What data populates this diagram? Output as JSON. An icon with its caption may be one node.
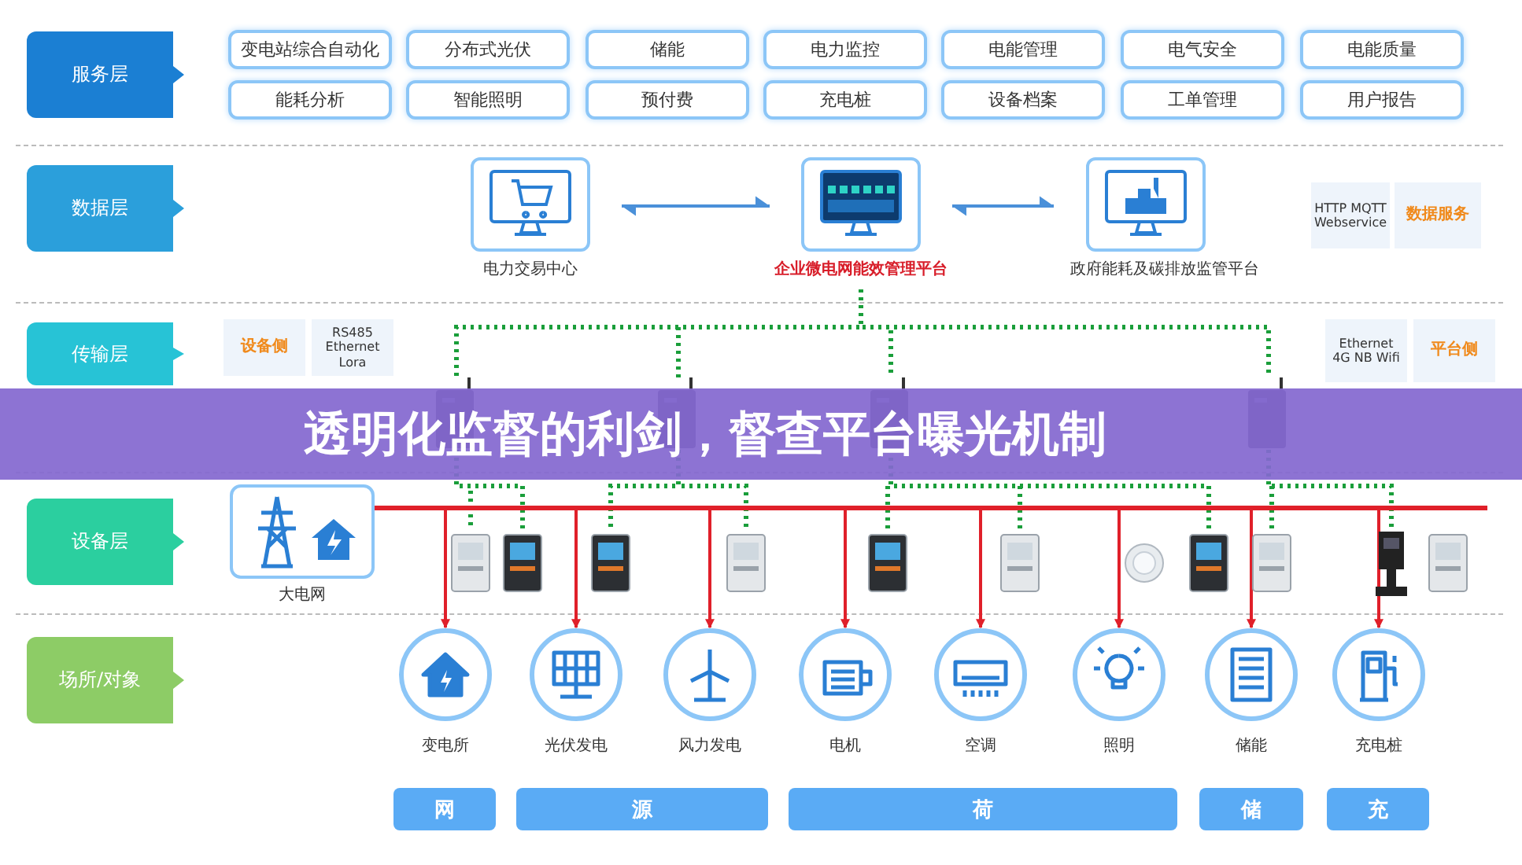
{
  "diagram": {
    "title": "透明化监督的利剑，督查平台曝光机制",
    "nodes": [
      {
        "text": [
          "服务层"
        ]
      },
      {
        "text": [
          "数据层"
        ]
      },
      {
        "text": [
          "传输层"
        ]
      },
      {
        "text": [
          "设备层"
        ]
      },
      {
        "text": [
          "场所/对象"
        ]
      },
      {
        "text": [
          "变电站综合自动化"
        ]
      },
      {
        "text": [
          "分布式光伏"
        ]
      },
      {
        "text": [
          "储能"
        ]
      },
      {
        "text": [
          "电力监控"
        ]
      },
      {
        "text": [
          "电能管理"
        ]
      },
      {
        "text": [
          "电气安全"
        ]
      },
      {
        "text": [
          "电能质量"
        ]
      },
      {
        "text": [
          "能耗分析"
        ]
      },
      {
        "text": [
          "智能照明"
        ]
      },
      {
        "text": [
          "预付费"
        ]
      },
      {
        "text": [
          "充电桩"
        ]
      },
      {
        "text": [
          "设备档案"
        ]
      },
      {
        "text": [
          "工单管理"
        ]
      },
      {
        "text": [
          "用户报告"
        ]
      },
      {
        "text": [],
        "shape": "picture",
        "beside": [
          "电力交易中心"
        ]
      },
      {
        "text": [],
        "shape": "picture",
        "beside": [
          "企业微电网能效管理平台"
        ]
      },
      {
        "text": [],
        "shape": "picture",
        "beside": [
          "政府能耗及碳排放监管平台"
        ]
      },
      {
        "text": [
          "HTTP MQTT Webservice"
        ]
      },
      {
        "text": [
          "数据服务"
        ]
      },
      {
        "text": [
          "设备侧"
        ]
      },
      {
        "text": [
          "RS485 Ethernet Lora"
        ]
      },
      {
        "text": [
          "Ethernet 4G NB Wifi"
        ]
      },
      {
        "text": [
          "平台侧"
        ]
      },
      {
        "text": [],
        "shape": "picture"
      },
      {
        "text": [],
        "shape": "picture"
      },
      {
        "text": [],
        "shape": "picture"
      },
      {
        "text": [],
        "shape": "picture"
      },
      {
        "text": [],
        "shape": "picture",
        "beside": [
          "大电网"
        ]
      },
      {
        "text": [],
        "shape": "picture"
      },
      {
        "text": [],
        "shape": "picture"
      },
      {
        "text": [],
        "shape": "picture"
      },
      {
        "text": [],
        "shape": "picture"
      },
      {
        "text": [],
        "shape": "picture"
      },
      {
        "text": [],
        "shape": "picture"
      },
      {
        "text": [],
        "shape": "picture"
      },
      {
        "text": [],
        "shape": "picture"
      },
      {
        "text": [],
        "shape": "picture"
      },
      {
        "text": [],
        "shape": "picture"
      },
      {
        "text": [],
        "shape": "picture"
      },
      {
        "text": [],
        "shape": "circle",
        "beside": [
          "变电所"
        ]
      },
      {
        "text": [],
        "shape": "circle",
        "beside": [
          "光伏发电"
        ]
      },
      {
        "text": [],
        "shape": "circle",
        "beside": [
          "风力发电"
        ]
      },
      {
        "text": [],
        "shape": "circle",
        "beside": [
          "电机"
        ]
      },
      {
        "text": [],
        "shape": "circle",
        "beside": [
          "空调"
        ]
      },
      {
        "text": [],
        "shape": "circle",
        "beside": [
          "照明"
        ]
      },
      {
        "text": [],
        "shape": "circle",
        "beside": [
          "储能"
        ]
      },
      {
        "text": [],
        "shape": "circle",
        "beside": [
          "充电桩"
        ]
      },
      {
        "text": [
          "网"
        ]
      },
      {
        "text": [
          "源"
        ]
      },
      {
        "text": [
          "荷"
        ]
      },
      {
        "text": [
          "储"
        ]
      },
      {
        "text": [
          "充"
        ]
      }
    ],
    "edges": [
      {
        "from": 19,
        "to": 20,
        "arrow": "both",
        "color": "#4a90d9"
      },
      {
        "from": 20,
        "to": 21,
        "arrow": "both",
        "color": "#4a90d9"
      },
      {
        "from": 20,
        "to": 28,
        "arrow": "none",
        "style": "dashed",
        "color": "#1a9e3a"
      },
      {
        "from": 20,
        "to": 29,
        "arrow": "none",
        "style": "dashed",
        "color": "#1a9e3a"
      },
      {
        "from": 20,
        "to": 30,
        "arrow": "none",
        "style": "dashed",
        "color": "#1a9e3a"
      },
      {
        "from": 20,
        "to": 31,
        "arrow": "none",
        "style": "dashed",
        "color": "#1a9e3a"
      },
      {
        "from": 28,
        "to": 33,
        "arrow": "none",
        "style": "dashed",
        "color": "#1a9e3a"
      },
      {
        "from": 28,
        "to": 34,
        "arrow": "none",
        "style": "dashed",
        "color": "#1a9e3a"
      },
      {
        "from": 29,
        "to": 35,
        "arrow": "none",
        "style": "dashed",
        "color": "#1a9e3a"
      },
      {
        "from": 29,
        "to": 36,
        "arrow": "none",
        "style": "dashed",
        "color": "#1a9e3a"
      },
      {
        "from": 30,
        "to": 37,
        "arrow": "none",
        "style": "dashed",
        "color": "#1a9e3a"
      },
      {
        "from": 30,
        "to": 38,
        "arrow": "none",
        "style": "dashed",
        "color": "#1a9e3a"
      },
      {
        "from": 30,
        "to": 40,
        "arrow": "none",
        "style": "dashed",
        "color": "#1a9e3a"
      },
      {
        "from": 31,
        "to": 41,
        "arrow": "none",
        "style": "dashed",
        "color": "#1a9e3a"
      },
      {
        "from": 31,
        "to": 42,
        "arrow": "none",
        "style": "dashed",
        "color": "#1a9e3a"
      },
      {
        "from": 32,
        "to": 44,
        "arrow": "to",
        "color": "#e0202a"
      },
      {
        "from": 32,
        "to": 45,
        "arrow": "to",
        "color": "#e0202a"
      },
      {
        "from": 32,
        "to": 46,
        "arrow": "to",
        "color": "#e0202a"
      },
      {
        "from": 32,
        "to": 47,
        "arrow": "to",
        "color": "#e0202a"
      },
      {
        "from": 32,
        "to": 48,
        "arrow": "to",
        "color": "#e0202a"
      },
      {
        "from": 32,
        "to": 49,
        "arrow": "to",
        "color": "#e0202a"
      },
      {
        "from": 32,
        "to": 50,
        "arrow": "to",
        "color": "#e0202a"
      },
      {
        "from": 32,
        "to": 51,
        "arrow": "to",
        "color": "#e0202a"
      }
    ]
  }
}
